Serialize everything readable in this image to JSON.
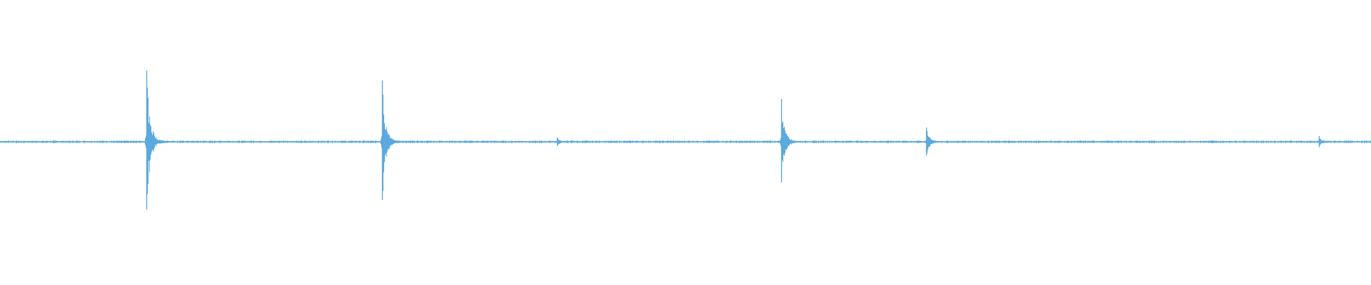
{
  "waveform": {
    "color": "#5aaadf",
    "background": "#ffffff",
    "samples_per_column": 1,
    "transients": [
      {
        "time_fraction": 0.1066,
        "amplitude": 0.5
      },
      {
        "time_fraction": 0.2786,
        "amplitude": 0.43
      },
      {
        "time_fraction": 0.406,
        "amplitude": 0.03
      },
      {
        "time_fraction": 0.5698,
        "amplitude": 0.3
      },
      {
        "time_fraction": 0.6755,
        "amplitude": 0.1
      },
      {
        "time_fraction": 0.9622,
        "amplitude": 0.04
      }
    ],
    "noise_floor": 0.01
  }
}
